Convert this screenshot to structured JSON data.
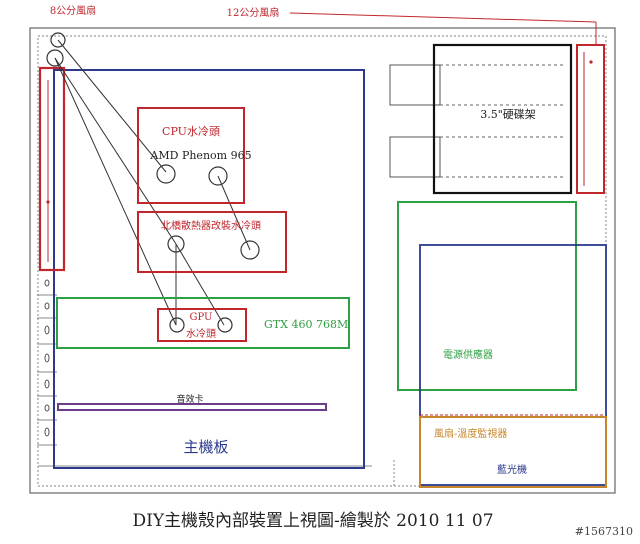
{
  "labels": {
    "fan_8cm": "8公分風扇",
    "fan_12cm": "12公分風扇",
    "cpu_block_title": "CPU水冷頭",
    "cpu_model": "AMD Phenom 965",
    "nb_block": "北橋散熱器改裝水冷頭",
    "gpu_block_line1": "GPU",
    "gpu_block_line2": "水冷頭",
    "gpu_card": "GTX 460 768M",
    "hdd_cage": "3.5\"硬碟架",
    "psu": "電源供應器",
    "fan_controller": "風扇-溫度監視器",
    "bluray": "藍光機",
    "sound_card": "音效卡",
    "motherboard": "主機板",
    "caption": "DIY主機殼內部裝置上視圖-繪製於 2010 11 07",
    "watermark": "#1567310"
  },
  "colors": {
    "red": "#c0272d",
    "blue": "#2b3a8c",
    "green": "#2ea043",
    "purple": "#6a3d8a",
    "orange": "#c8862a",
    "text": "#222222",
    "case": "#666666"
  }
}
